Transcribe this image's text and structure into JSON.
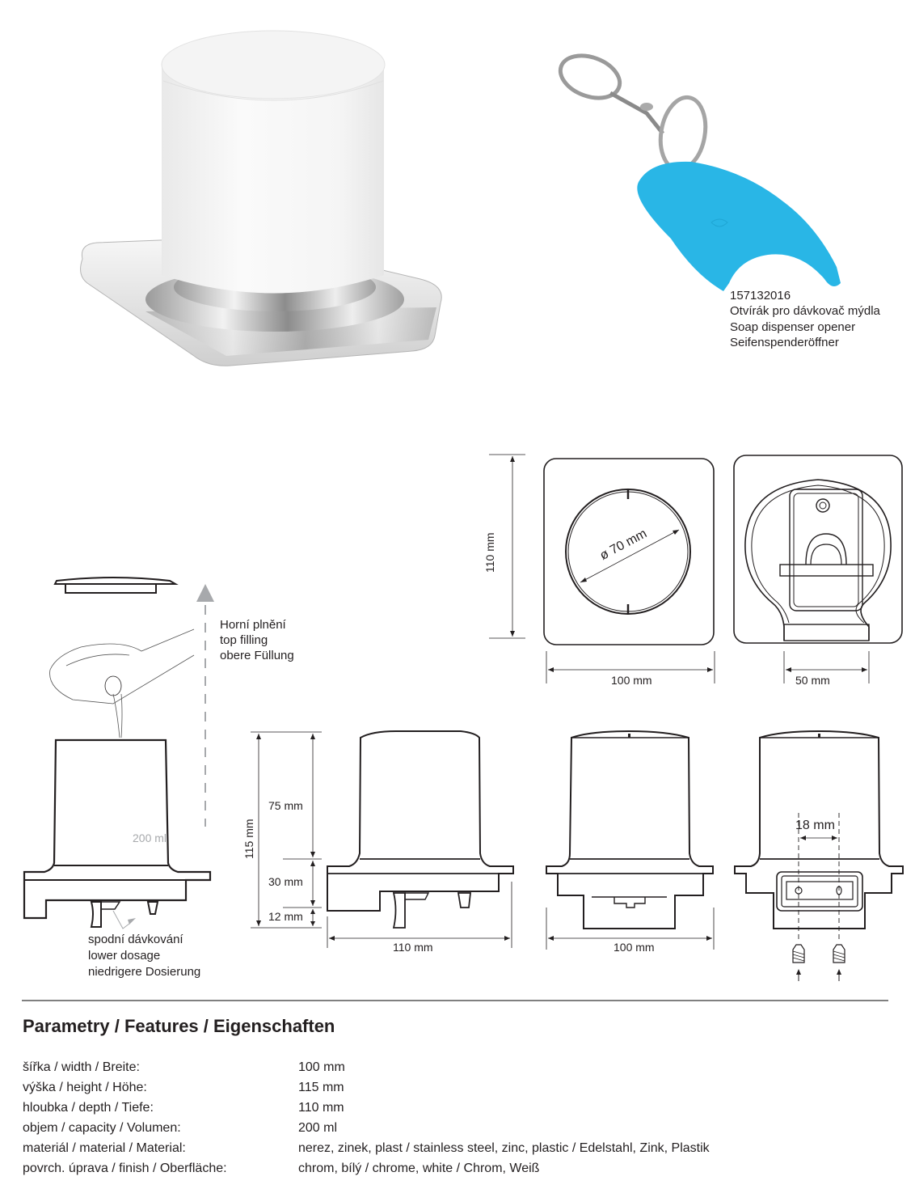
{
  "product_photo": {
    "name": "soap-dispenser",
    "colors": {
      "body": "#ffffff",
      "chrome": "#c8c8c8"
    }
  },
  "accessory": {
    "code": "157132016",
    "name_cz": "Otvírák pro dávkovač mýdla",
    "name_en": "Soap dispenser opener",
    "name_de": "Seifenspenderöffner",
    "color": "#29b6e6"
  },
  "filling": {
    "top_cz": "Horní plnění",
    "top_en": "top filling",
    "top_de": "obere Füllung",
    "capacity_label": "200 ml",
    "lower_cz": "spodní dávkování",
    "lower_en": "lower dosage",
    "lower_de": "niedrigere Dosierung"
  },
  "top_view": {
    "height_label": "110 mm",
    "diameter_label": "ø 70 mm",
    "width_label": "100 mm"
  },
  "back_view": {
    "width_label": "50 mm"
  },
  "side_view": {
    "total_height_label": "115 mm",
    "upper_label": "75 mm",
    "middle_label": "30 mm",
    "lower_label": "12 mm",
    "depth_label": "110 mm"
  },
  "front_view": {
    "width_label": "100 mm"
  },
  "mount_view": {
    "hole_spacing_label": "18 mm"
  },
  "features": {
    "title": "Parametry / Features / Eigenschaften",
    "rows": [
      {
        "label": "šířka / width / Breite:",
        "value": "100 mm"
      },
      {
        "label": "výška / height / Höhe:",
        "value": "115 mm"
      },
      {
        "label": "hloubka / depth / Tiefe:",
        "value": "110 mm"
      },
      {
        "label": "objem / capacity / Volumen:",
        "value": "200 ml"
      },
      {
        "label": "materiál / material / Material:",
        "value": "nerez, zinek, plast / stainless steel, zinc, plastic / Edelstahl, Zink, Plastik"
      },
      {
        "label": "povrch. úprava / finish / Oberfläche:",
        "value": "chrom, bílý / chrome, white / Chrom, Weiß"
      }
    ]
  }
}
